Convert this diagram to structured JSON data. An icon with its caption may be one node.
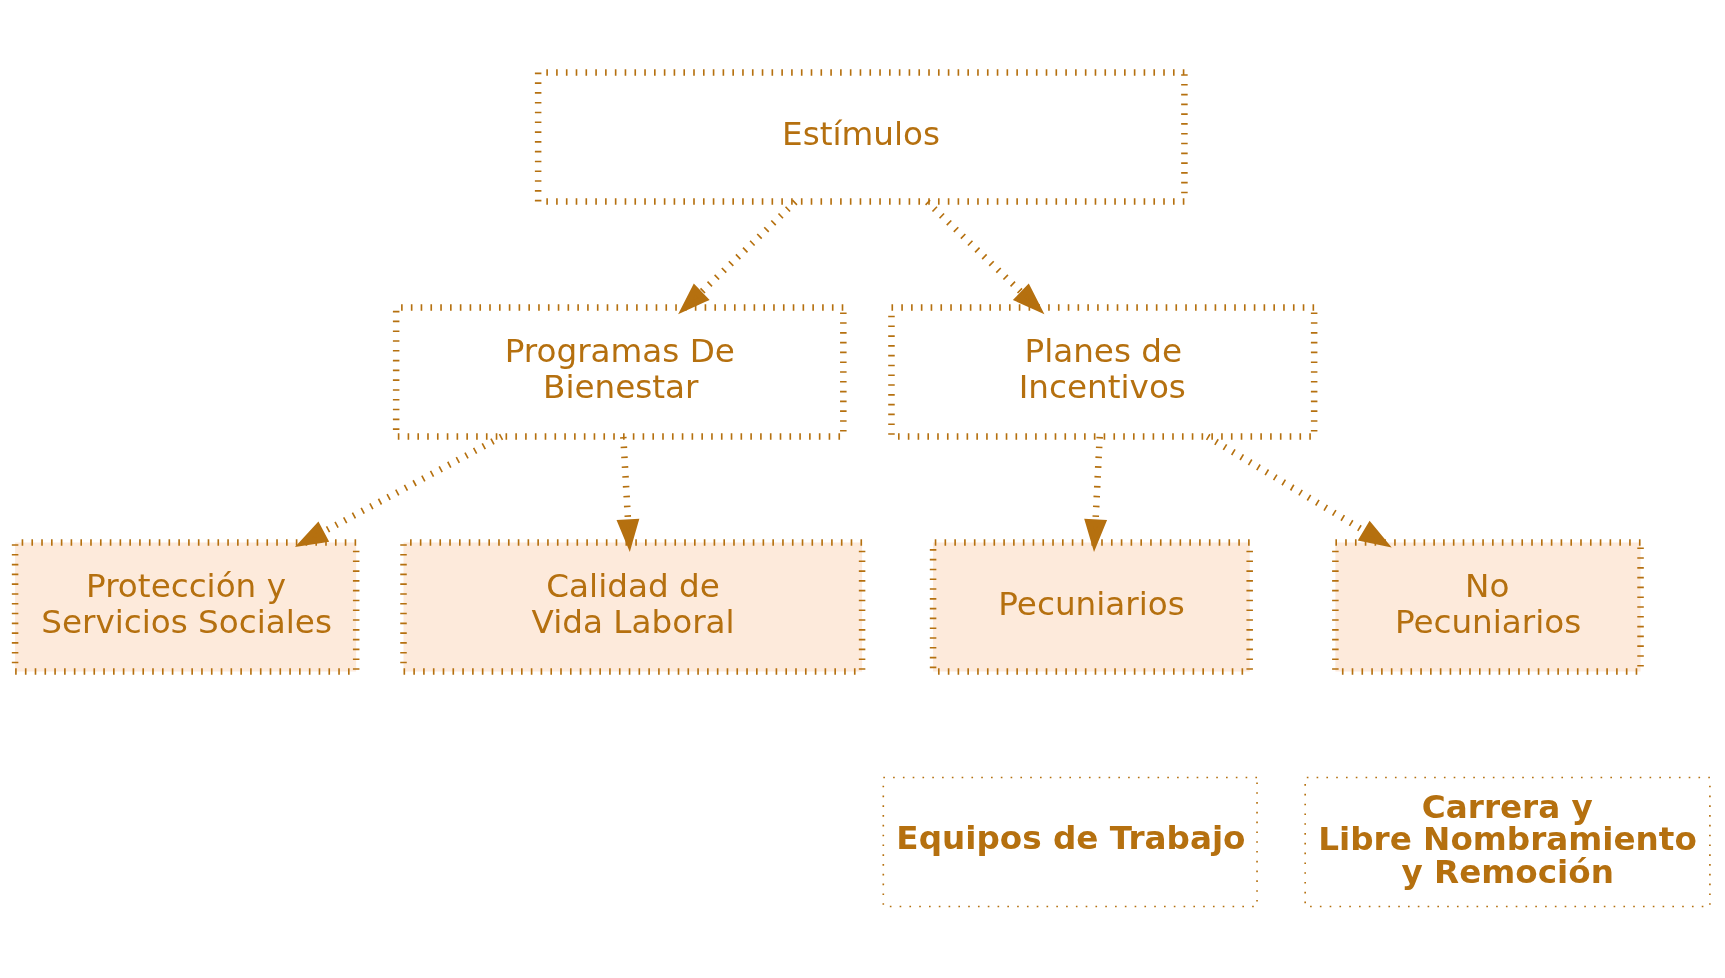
{
  "diagram": {
    "nodes": [
      {
        "text": [
          "Estímulos"
        ]
      },
      {
        "text": [
          "Programas De Bienestar"
        ]
      },
      {
        "text": [
          "Planes de Incentivos"
        ]
      },
      {
        "text": [
          "Protección y Servicios Sociales"
        ]
      },
      {
        "text": [
          "Calidad de Vida Laboral"
        ]
      },
      {
        "text": [
          "Pecuniarios"
        ]
      },
      {
        "text": [
          "No Pecuniarios"
        ]
      },
      {
        "text": [
          "Equipos de Trabajo"
        ]
      },
      {
        "text": [
          "Carrera y Libre Nombramiento y Remoción"
        ]
      }
    ],
    "edges": [
      {
        "from": 0,
        "to": 1,
        "arrow": "to"
      },
      {
        "from": 0,
        "to": 2,
        "arrow": "to"
      },
      {
        "from": 1,
        "to": 3,
        "arrow": "to"
      },
      {
        "from": 1,
        "to": 4,
        "arrow": "to"
      },
      {
        "from": 2,
        "to": 5,
        "arrow": "to"
      },
      {
        "from": 2,
        "to": 6,
        "arrow": "to"
      }
    ]
  }
}
